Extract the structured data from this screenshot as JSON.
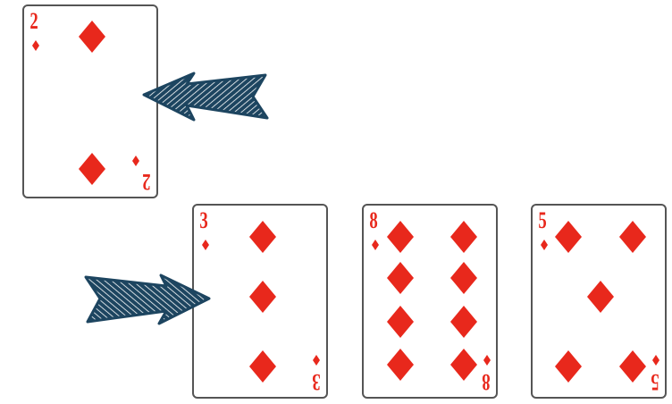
{
  "colors": {
    "suit": "#e8281c",
    "card_border": "#555555",
    "arrow_fill": "#1d4560",
    "arrow_hatch": "#ffffff"
  },
  "icons": {
    "suit": "diamond-icon",
    "pointer": "hand-drawn-arrow-icon"
  },
  "cards": [
    {
      "rank": "2",
      "suit": "diamonds"
    },
    {
      "rank": "3",
      "suit": "diamonds"
    },
    {
      "rank": "8",
      "suit": "diamonds"
    },
    {
      "rank": "5",
      "suit": "diamonds"
    }
  ]
}
